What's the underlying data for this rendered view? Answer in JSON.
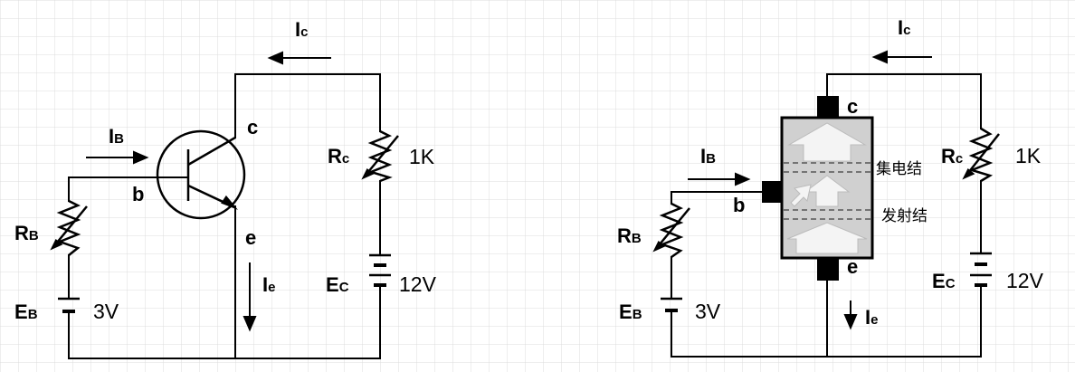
{
  "colors": {
    "wire": "#000000",
    "grid": "#dcdcdc",
    "chip_bg": "#d0d0d0",
    "chip_border": "#000000",
    "arrow_fill": "#f4f4f4"
  },
  "left": {
    "ic": {
      "main": "I",
      "sub": "c"
    },
    "ib": {
      "main": "I",
      "sub": "B"
    },
    "ie": {
      "main": "I",
      "sub": "e"
    },
    "terminal_c": "c",
    "terminal_b": "b",
    "terminal_e": "e",
    "rc": {
      "main": "R",
      "sub": "c"
    },
    "rc_value": "1K",
    "rb": {
      "main": "R",
      "sub": "B"
    },
    "ec": {
      "main": "E",
      "sub": "C"
    },
    "ec_value": "12V",
    "eb": {
      "main": "E",
      "sub": "B"
    },
    "eb_value": "3V"
  },
  "right": {
    "ic": {
      "main": "I",
      "sub": "c"
    },
    "ib": {
      "main": "I",
      "sub": "B"
    },
    "ie": {
      "main": "I",
      "sub": "e"
    },
    "terminal_c": "c",
    "terminal_b": "b",
    "terminal_e": "e",
    "collector_junction": "集电结",
    "emitter_junction": "发射结",
    "rc": {
      "main": "R",
      "sub": "c"
    },
    "rc_value": "1K",
    "rb": {
      "main": "R",
      "sub": "B"
    },
    "ec": {
      "main": "E",
      "sub": "C"
    },
    "ec_value": "12V",
    "eb": {
      "main": "E",
      "sub": "B"
    },
    "eb_value": "3V"
  }
}
